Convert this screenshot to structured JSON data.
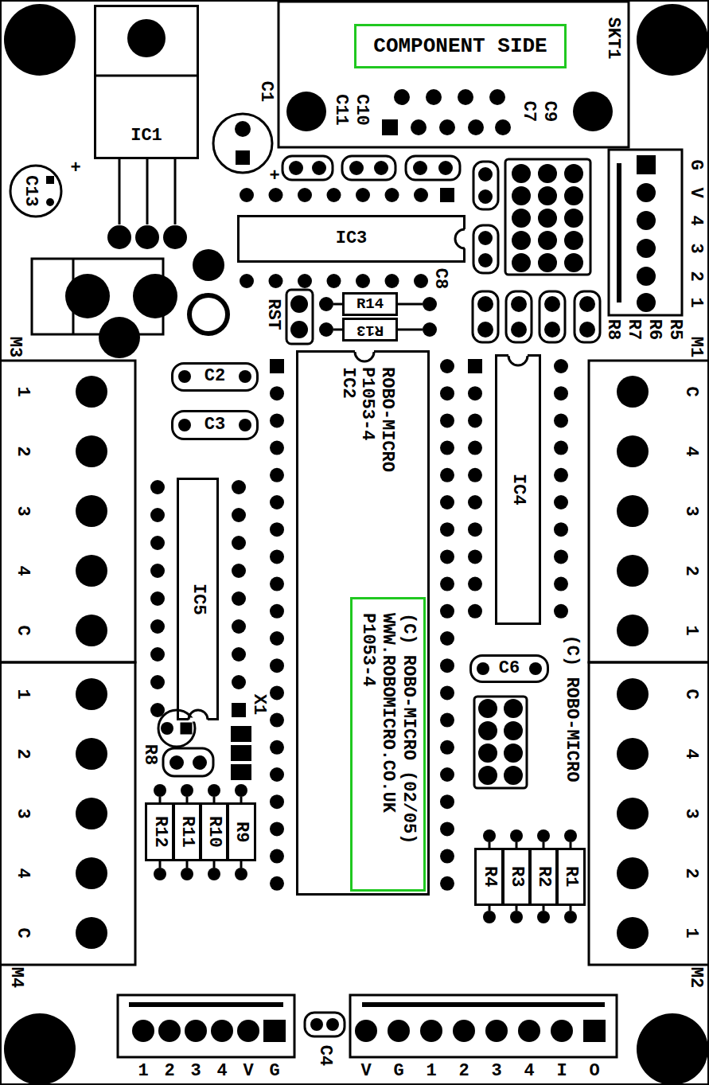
{
  "diagram": {
    "nodes": [
      {
        "text": [
          "COMPONENT SIDE"
        ]
      },
      {
        "text": [
          "IC1"
        ]
      },
      {
        "text": [
          "IC3"
        ]
      },
      {
        "text": [
          "R14"
        ]
      },
      {
        "text": [
          "R13"
        ]
      },
      {
        "text": [
          "C2"
        ]
      },
      {
        "text": [
          "C3"
        ]
      },
      {
        "text": [
          "IC2",
          "ROBO-MICRO P1053-4"
        ]
      },
      {
        "text": [
          "(C) ROBO-MICRO (02/05) WWW.ROBOMICRO.CO.UK P1053-4"
        ],
        "in": 7
      },
      {
        "text": [
          "IC4"
        ]
      },
      {
        "text": [
          "IC5"
        ]
      },
      {
        "text": [
          "C6"
        ]
      },
      {
        "text": [
          "R12"
        ]
      },
      {
        "text": [
          "R11"
        ]
      },
      {
        "text": [
          "R10"
        ]
      },
      {
        "text": [
          "R9"
        ]
      },
      {
        "text": [
          "R4"
        ]
      },
      {
        "text": [
          "R3"
        ]
      },
      {
        "text": [
          "R2"
        ]
      },
      {
        "text": [
          "R1"
        ]
      }
    ],
    "labels": [
      "SKT1",
      "C1",
      "C10",
      "C11",
      "C9",
      "C7",
      "+",
      "C13",
      "+",
      "RST",
      "C8",
      "R8",
      "R7",
      "R6",
      "R5",
      "G",
      "V",
      "4",
      "3",
      "2",
      "1",
      "M3",
      "M1",
      "1",
      "2",
      "3",
      "4",
      "C",
      "1",
      "2",
      "3",
      "4",
      "C",
      "C",
      "4",
      "3",
      "2",
      "1",
      "C",
      "4",
      "3",
      "2",
      "1",
      "X1",
      "R8",
      "(C) ROBO-MICRO",
      "M4",
      "M2",
      "C4",
      "1",
      "2",
      "3",
      "4",
      "V",
      "G",
      "V",
      "G",
      "1",
      "2",
      "3",
      "4",
      "I",
      "O"
    ]
  }
}
